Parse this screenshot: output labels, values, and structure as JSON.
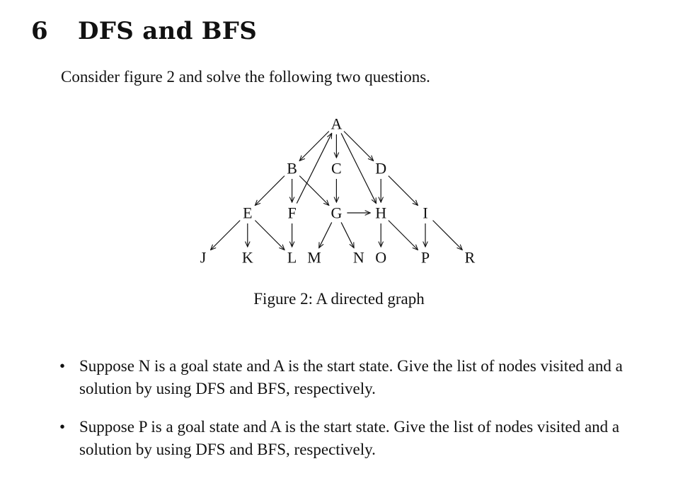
{
  "section": {
    "number": "6",
    "title": "DFS and BFS"
  },
  "intro": "Consider figure 2 and solve the following two questions.",
  "figure": {
    "caption": "Figure 2:  A directed graph",
    "nodes": [
      {
        "id": "A",
        "row": 0,
        "col": 3
      },
      {
        "id": "B",
        "row": 1,
        "col": 2
      },
      {
        "id": "C",
        "row": 1,
        "col": 3
      },
      {
        "id": "D",
        "row": 1,
        "col": 4
      },
      {
        "id": "E",
        "row": 2,
        "col": 1
      },
      {
        "id": "F",
        "row": 2,
        "col": 2
      },
      {
        "id": "G",
        "row": 2,
        "col": 3
      },
      {
        "id": "H",
        "row": 2,
        "col": 4
      },
      {
        "id": "I",
        "row": 2,
        "col": 5
      },
      {
        "id": "J",
        "row": 3,
        "col": 0
      },
      {
        "id": "K",
        "row": 3,
        "col": 1
      },
      {
        "id": "L",
        "row": 3,
        "col": 2
      },
      {
        "id": "M",
        "row": 3,
        "col": 2.5
      },
      {
        "id": "N",
        "row": 3,
        "col": 3.5
      },
      {
        "id": "O",
        "row": 3,
        "col": 4
      },
      {
        "id": "P",
        "row": 3,
        "col": 5
      },
      {
        "id": "R",
        "row": 3,
        "col": 6
      }
    ],
    "edges": [
      [
        "A",
        "B"
      ],
      [
        "A",
        "C"
      ],
      [
        "A",
        "D"
      ],
      [
        "A",
        "H"
      ],
      [
        "B",
        "E"
      ],
      [
        "B",
        "F"
      ],
      [
        "B",
        "G"
      ],
      [
        "C",
        "G"
      ],
      [
        "D",
        "H"
      ],
      [
        "D",
        "I"
      ],
      [
        "F",
        "A"
      ],
      [
        "G",
        "H"
      ],
      [
        "E",
        "J"
      ],
      [
        "E",
        "K"
      ],
      [
        "E",
        "L"
      ],
      [
        "F",
        "L"
      ],
      [
        "G",
        "M"
      ],
      [
        "G",
        "N"
      ],
      [
        "H",
        "O"
      ],
      [
        "H",
        "P"
      ],
      [
        "I",
        "P"
      ],
      [
        "I",
        "R"
      ]
    ]
  },
  "questions": [
    {
      "bullet": "•",
      "text": "Suppose N is a goal state and A is the start state. Give the list of nodes visited and a solution by using DFS and BFS, respectively."
    },
    {
      "bullet": "•",
      "text": "Suppose P is a goal state and A is the start state. Give the list of nodes visited and a solution by using DFS and BFS, respectively."
    }
  ]
}
